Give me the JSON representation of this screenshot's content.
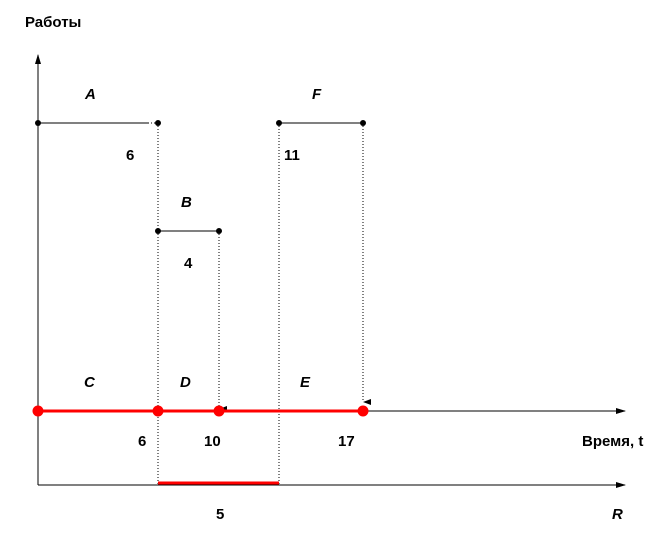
{
  "y_axis_label": "Работы",
  "time_axis_label": "Время, t",
  "resource_axis_label": "R",
  "colors": {
    "critical_path": "#ff0000",
    "line": "#000000"
  },
  "activities": {
    "A": {
      "name": "A",
      "duration": "6"
    },
    "B": {
      "name": "B",
      "duration": "4"
    },
    "F": {
      "name": "F",
      "duration": "11"
    },
    "C": {
      "name": "C"
    },
    "D": {
      "name": "D"
    },
    "E": {
      "name": "E"
    }
  },
  "time_marks": [
    "6",
    "10",
    "17"
  ],
  "resource_value": "5"
}
